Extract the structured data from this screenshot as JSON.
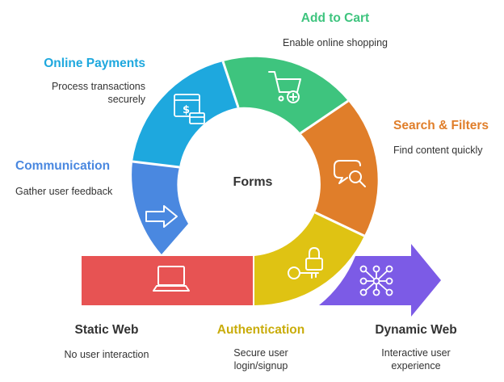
{
  "center": {
    "label": "Forms"
  },
  "colors": {
    "payments": "#1EA8DE",
    "cart": "#3EC47E",
    "search": "#E07E2A",
    "auth": "#DFC313",
    "communication": "#4A88E0",
    "static_web": "#E75353",
    "dynamic_web": "#7C5BE6",
    "text_dark": "#333333"
  },
  "stages": {
    "add_to_cart": {
      "title": "Add to Cart",
      "desc": "Enable online shopping",
      "icon": "shopping-cart-icon"
    },
    "online_payments": {
      "title": "Online Payments",
      "desc": "Process transactions securely",
      "icon": "payment-icon"
    },
    "search_filters": {
      "title": "Search & Filters",
      "desc": "Find content quickly",
      "icon": "search-chat-icon"
    },
    "communication": {
      "title": "Communication",
      "desc": "Gather user feedback",
      "icon": "arrow-right-icon"
    },
    "static_web": {
      "title": "Static Web",
      "desc": "No user interaction",
      "icon": "laptop-icon"
    },
    "authentication": {
      "title": "Authentication",
      "desc": "Secure user login/signup",
      "icon": "key-lock-icon"
    },
    "dynamic_web": {
      "title": "Dynamic Web",
      "desc": "Interactive user experience",
      "icon": "network-icon"
    }
  }
}
